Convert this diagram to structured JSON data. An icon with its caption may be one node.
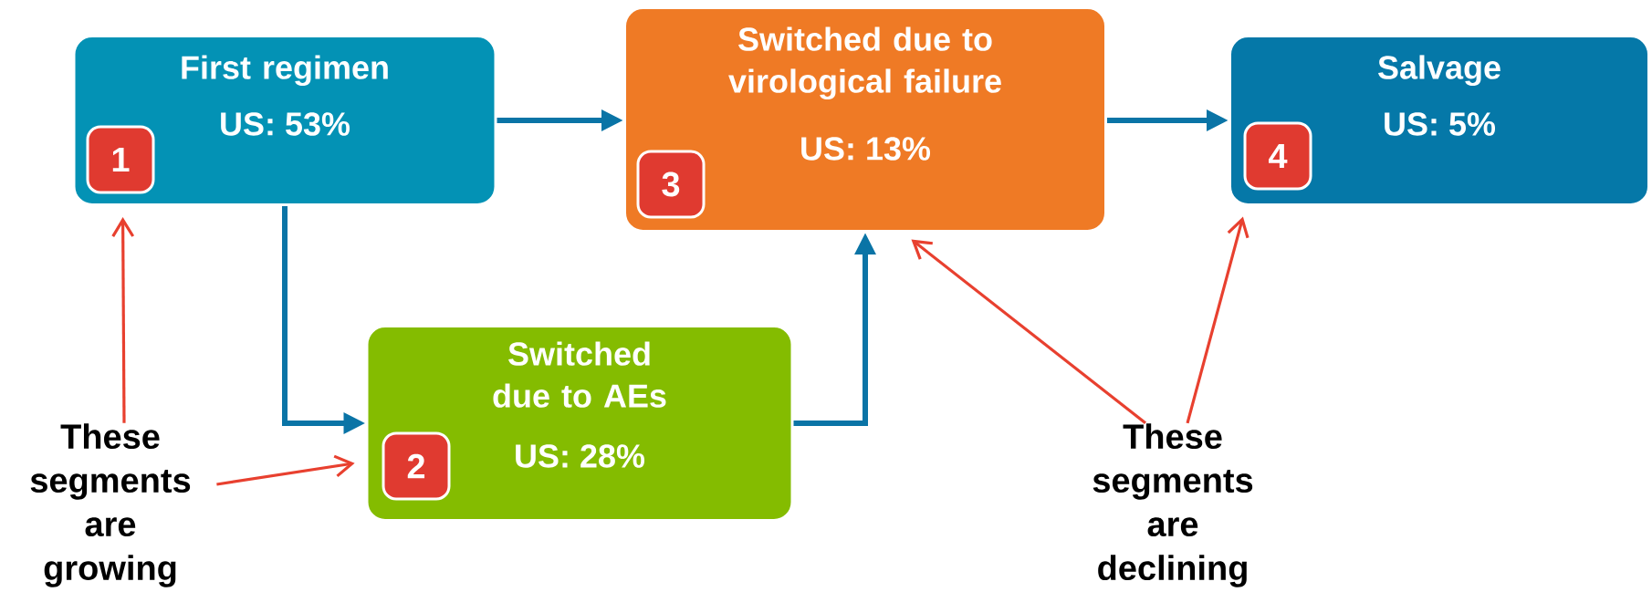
{
  "diagram": {
    "nodes": [
      {
        "text": [
          "First regimen",
          "US: 53%"
        ]
      },
      {
        "text": [
          "1"
        ],
        "in": 0
      },
      {
        "text": [
          "Switched due to virological failure",
          "US: 13%"
        ]
      },
      {
        "text": [
          "3"
        ],
        "in": 2
      },
      {
        "text": [
          "Salvage",
          "US: 5%"
        ]
      },
      {
        "text": [
          "4"
        ],
        "in": 4
      },
      {
        "text": [
          "Switched due to AEs",
          "US: 28%"
        ]
      },
      {
        "text": [
          "2"
        ],
        "in": 6
      },
      {
        "text": [
          "These segments are growing"
        ]
      },
      {
        "text": [
          "These segments are declining"
        ]
      }
    ],
    "edges": [
      {
        "from": 0,
        "to": 2,
        "arrow": "to",
        "style": "thick"
      },
      {
        "from": 2,
        "to": 4,
        "arrow": "to",
        "style": "thick"
      },
      {
        "from": 0,
        "to": 6,
        "arrow": "to",
        "style": "thick"
      },
      {
        "from": 6,
        "to": 2,
        "arrow": "to",
        "style": "thick"
      },
      {
        "from": 8,
        "to": 0,
        "arrow": "to",
        "color": "#e8402f"
      },
      {
        "from": 8,
        "to": 6,
        "arrow": "to",
        "color": "#e8402f"
      },
      {
        "from": 9,
        "to": 2,
        "arrow": "to",
        "color": "#e8402f"
      },
      {
        "from": 9,
        "to": 4,
        "arrow": "to",
        "color": "#e8402f"
      }
    ]
  }
}
